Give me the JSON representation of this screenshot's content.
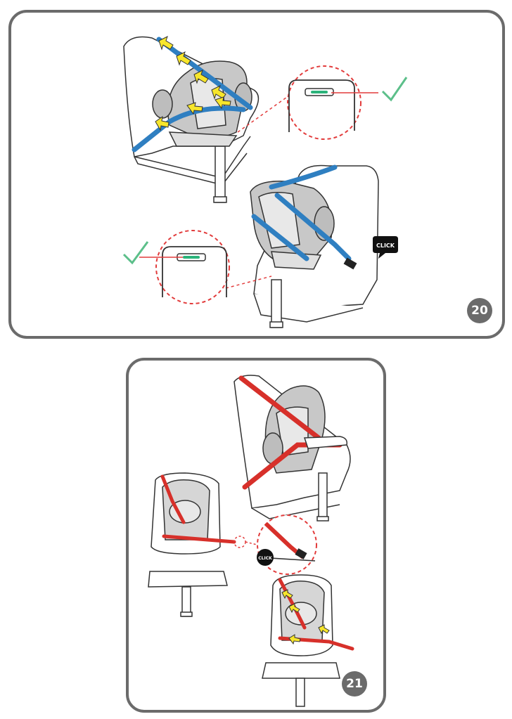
{
  "steps": [
    {
      "number": "20",
      "click_label": "CLICK"
    },
    {
      "number": "21",
      "click_label": "CLICK"
    }
  ],
  "colors": {
    "frame": "#6b6b6b",
    "belt_blue": "#2f7fc1",
    "belt_red": "#d7302a",
    "arrow_yellow": "#f7e62b",
    "check_green": "#5cbf8a",
    "dashed_red": "#e23c3c",
    "seat_grey": "#9a9a9a"
  }
}
